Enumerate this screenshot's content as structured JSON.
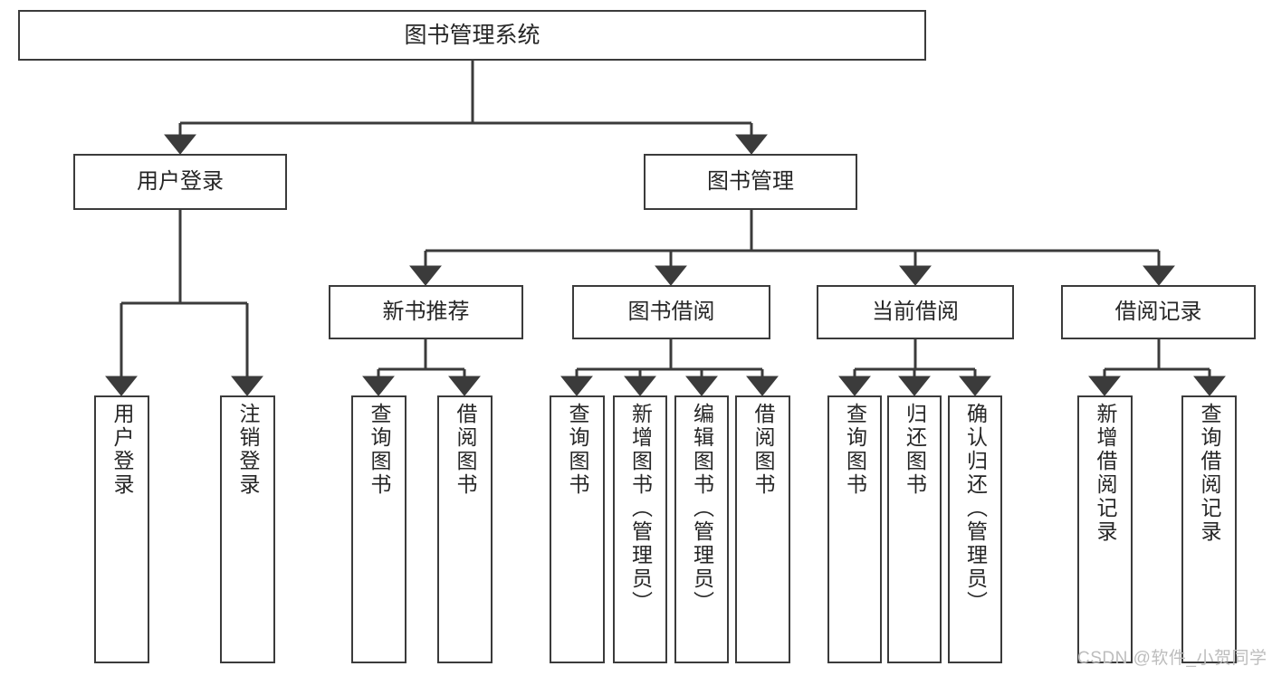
{
  "diagram": {
    "type": "tree",
    "title": "图书管理系统",
    "root": {
      "label": "图书管理系统"
    },
    "level1": [
      {
        "label": "用户登录"
      },
      {
        "label": "图书管理"
      }
    ],
    "level2": [
      {
        "label": "新书推荐"
      },
      {
        "label": "图书借阅"
      },
      {
        "label": "当前借阅"
      },
      {
        "label": "借阅记录"
      }
    ],
    "leaves": {
      "user_login": [
        {
          "label": "用户登录"
        },
        {
          "label": "注销登录"
        }
      ],
      "new_book": [
        {
          "label": "查询图书"
        },
        {
          "label": "借阅图书"
        }
      ],
      "book_borrow": [
        {
          "label": "查询图书"
        },
        {
          "label": "新增图书（管理员）"
        },
        {
          "label": "编辑图书（管理员）"
        },
        {
          "label": "借阅图书"
        }
      ],
      "current_borrow": [
        {
          "label": "查询图书"
        },
        {
          "label": "归还图书"
        },
        {
          "label": "确认归还（管理员）"
        }
      ],
      "borrow_record": [
        {
          "label": "新增借阅记录"
        },
        {
          "label": "查询借阅记录"
        }
      ]
    }
  },
  "watermark": {
    "text": "CSDN @软件_小贺同学"
  },
  "colors": {
    "box_border": "#3b3b3b",
    "text": "#262626",
    "connector": "#3b3b3b",
    "background": "#ffffff",
    "watermark": "#bdbdbd"
  }
}
